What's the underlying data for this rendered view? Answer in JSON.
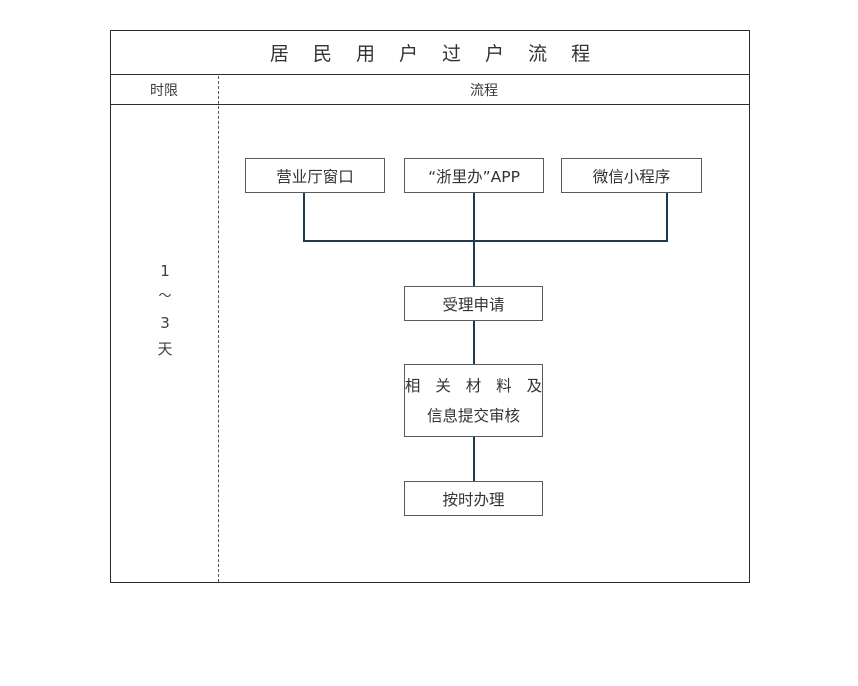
{
  "document": {
    "title": "居 民 用 户 过 户 流 程"
  },
  "table": {
    "headers": {
      "time_limit": "时限",
      "flow": "流程"
    }
  },
  "time_limit": {
    "lines": [
      "1",
      "〜",
      "3",
      "天"
    ],
    "value_min": "1",
    "value_max": "3",
    "unit": "天"
  },
  "flow": {
    "channels": [
      {
        "id": "hall",
        "label": "营业厅窗口"
      },
      {
        "id": "app",
        "label": "“浙里办”APP"
      },
      {
        "id": "wechat",
        "label": "微信小程序"
      }
    ],
    "steps": [
      {
        "id": "accept",
        "label": "受理申请"
      },
      {
        "id": "review",
        "line1": "相 关 材 料 及",
        "line2": "信息提交审核"
      },
      {
        "id": "handle",
        "label": "按时办理"
      }
    ]
  },
  "colors": {
    "connector": "#1d3a4f",
    "box_border": "#5a5a5a",
    "table_border": "#2b2b2b",
    "divider": "#555555",
    "text": "#333333",
    "background": "#ffffff"
  }
}
